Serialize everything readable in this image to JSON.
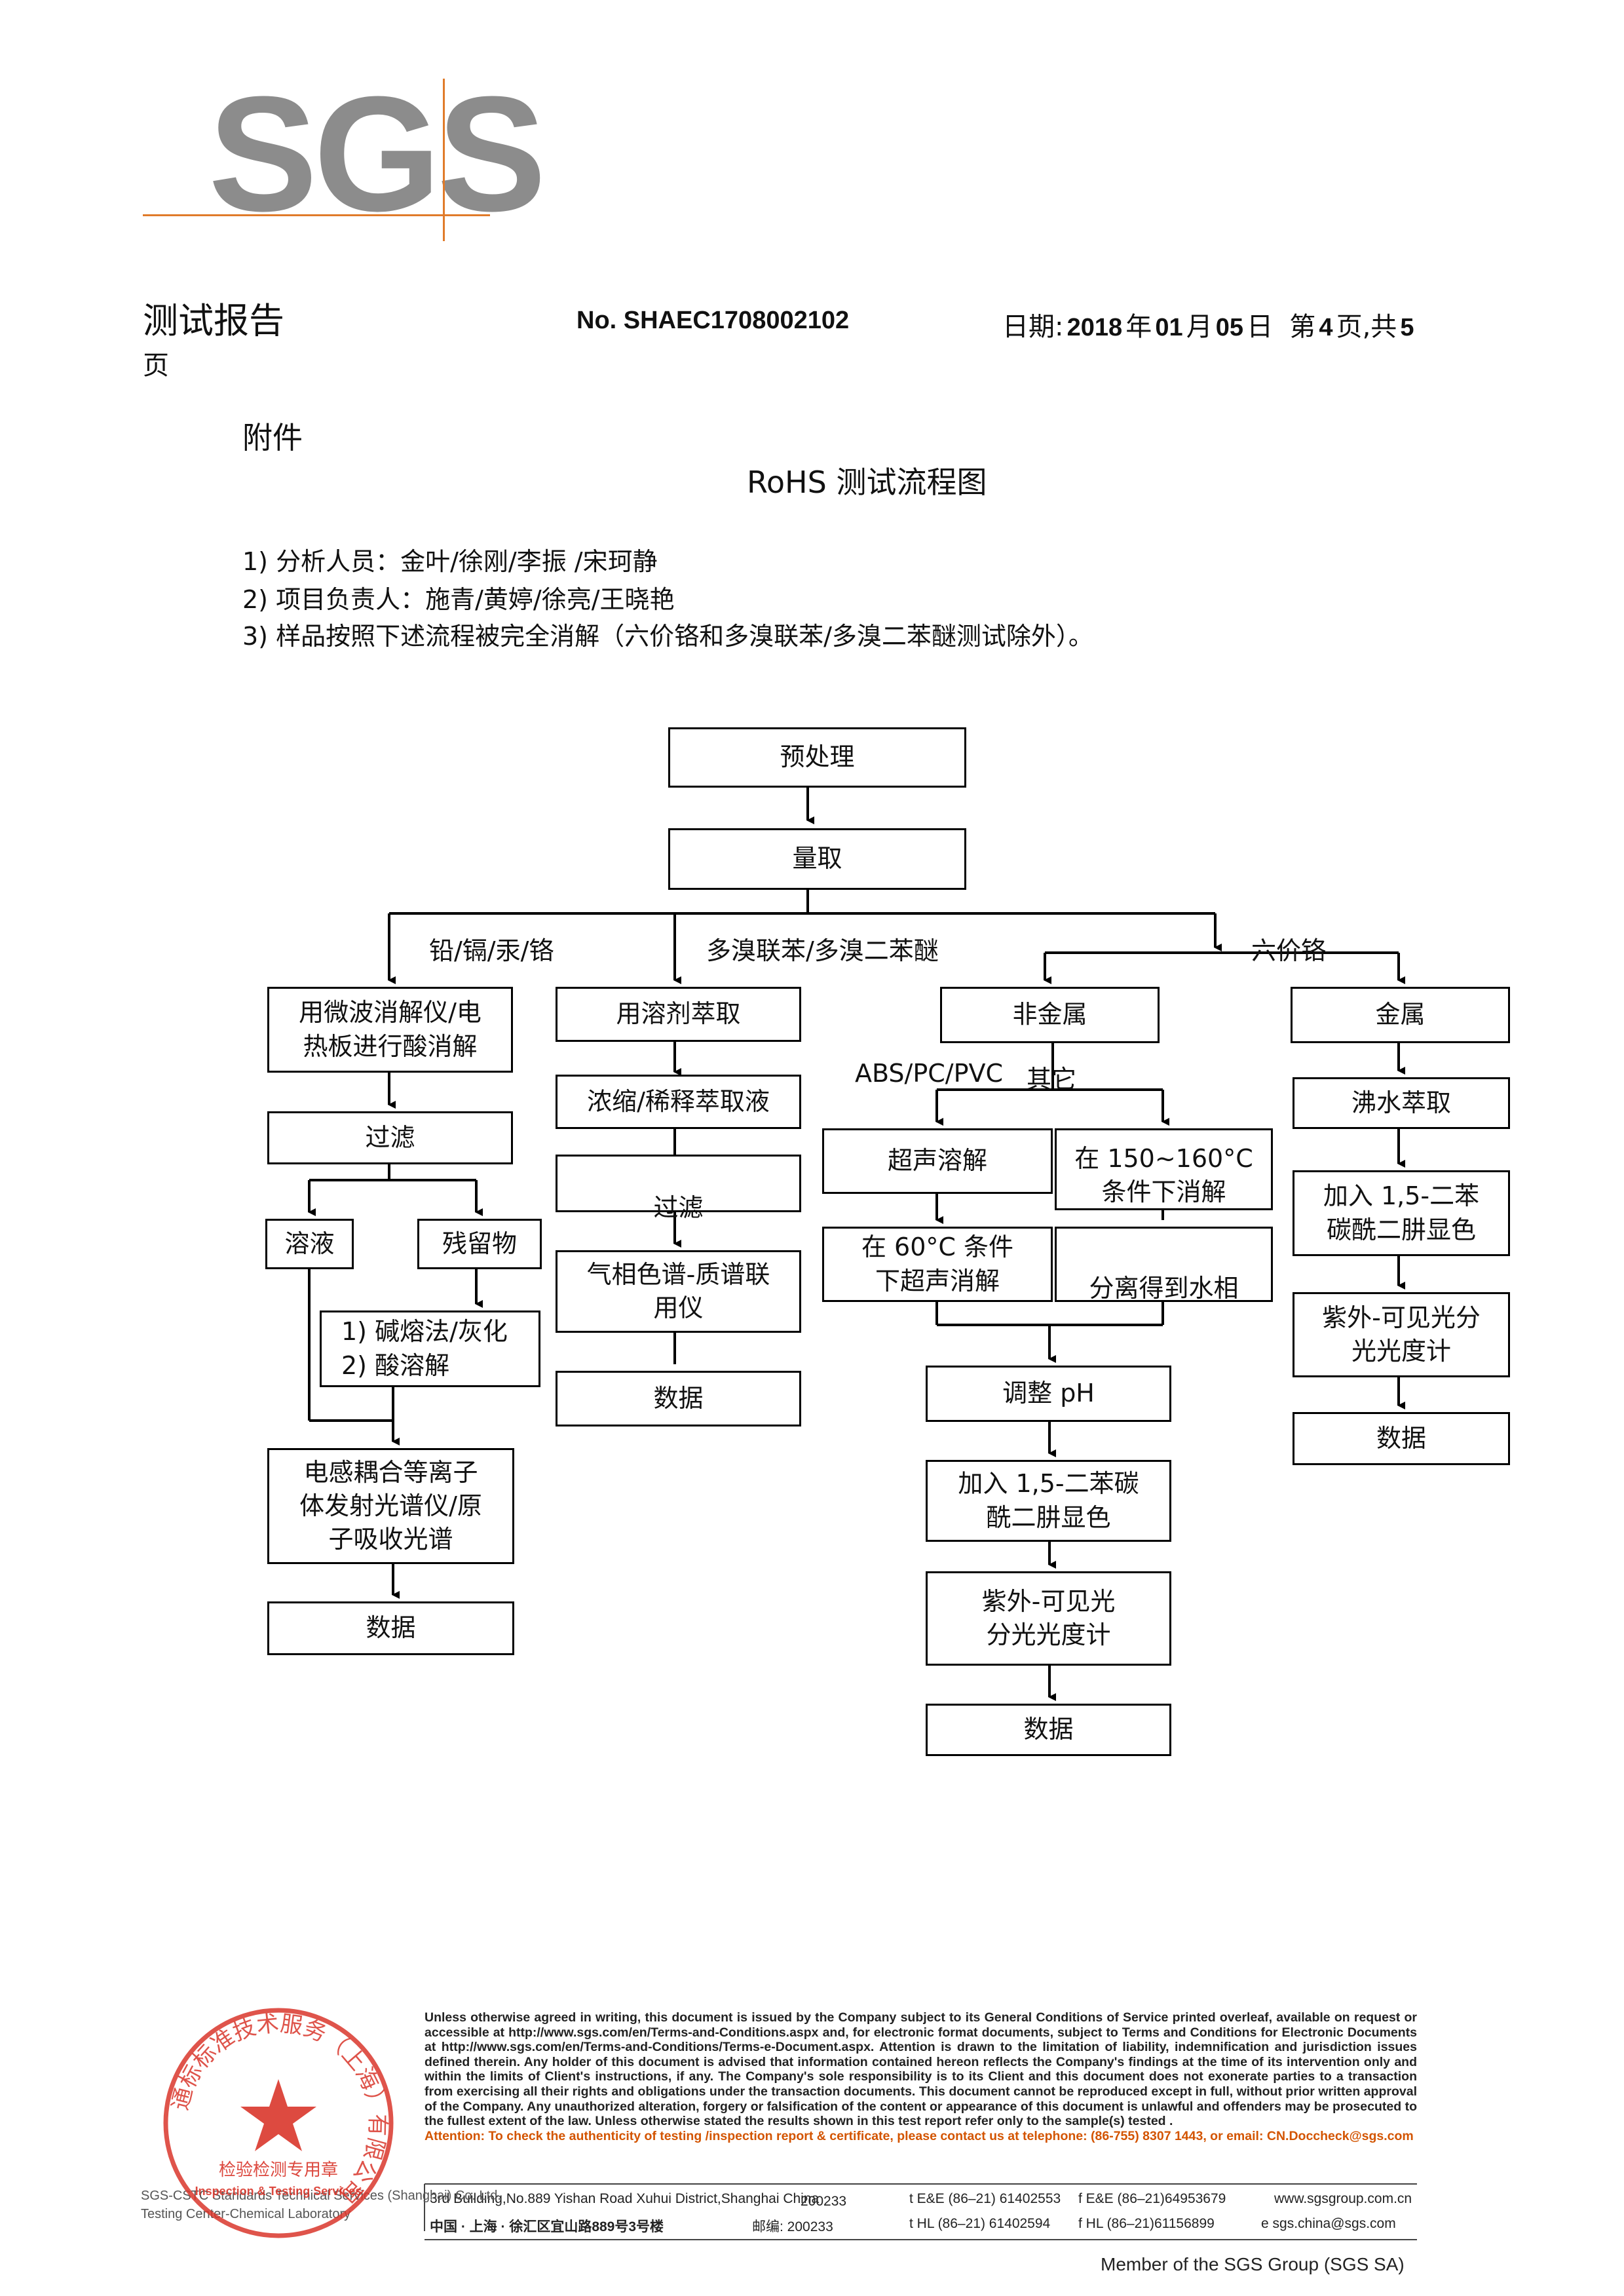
{
  "logo": {
    "text": "SGS"
  },
  "header": {
    "title": "测试报告",
    "report_no": "No. SHAEC1708002102",
    "date_label": "日期:",
    "date_value": "2018",
    "year_char": "年",
    "month_value": "01",
    "month_char": "月",
    "day_value": "05",
    "day_char": "日",
    "page_prefix": "第",
    "page_num": "4",
    "page_mid": "页,共",
    "page_total": "5",
    "page_suffix": "页"
  },
  "attachment_label": "附件",
  "flow_title": "RoHS 测试流程图",
  "intro": [
    "1) 分析人员：金叶/徐刚/李振 /宋珂静",
    "2) 项目负责人：施青/黄婷/徐亮/王晓艳",
    "3) 样品按照下述流程被完全消解（六价铬和多溴联苯/多溴二苯醚测试除外）。"
  ],
  "flow": {
    "pretreat": "预处理",
    "measure": "量取",
    "branch_heavy_metal": "铅/镉/汞/铬",
    "branch_pbb": "多溴联苯/多溴二苯醚",
    "branch_cr6": "六价铬",
    "hm_digest": "用微波消解仪/电\n热板进行酸消解",
    "hm_filter": "过滤",
    "hm_solution": "溶液",
    "hm_residue": "残留物",
    "hm_residue_treat": "1) 碱熔法/灰化\n2) 酸溶解",
    "hm_icp": "电感耦合等离子\n体发射光谱仪/原\n子吸收光谱",
    "hm_data": "数据",
    "pbb_extract": "用溶剂萃取",
    "pbb_concentrate": "浓缩/稀释萃取液",
    "pbb_filter": "过滤",
    "pbb_gcms": "气相色谱-质谱联\n用仪",
    "pbb_data": "数据",
    "nonmetal": "非金属",
    "nonmetal_abs": "ABS/PC/PVC",
    "nonmetal_other": "其它",
    "ultrasonic": "超声溶解",
    "digest_150": "在 150~160°C\n条件下消解",
    "ultrasonic_60": "在 60°C 条件\n下超声消解",
    "separate_water": "分离得到水相",
    "adjust_ph": "调整 pH",
    "nm_color": "加入 1,5-二苯碳\n酰二肼显色",
    "nm_uv": "紫外-可见光\n分光光度计",
    "nm_data": "数据",
    "metal": "金属",
    "boil_extract": "沸水萃取",
    "metal_color": "加入 1,5-二苯\n碳酰二肼显色",
    "metal_uv": "紫外-可见光分\n光光度计",
    "metal_data": "数据"
  },
  "footer": {
    "disclaimer": "Unless otherwise agreed in writing, this document is issued by the Company subject to its General Conditions of Service printed overleaf, available on request or accessible at http://www.sgs.com/en/Terms-and-Conditions.aspx and, for electronic format documents, subject to Terms and Conditions for Electronic Documents at http://www.sgs.com/en/Terms-and-Conditions/Terms-e-Document.aspx. Attention is drawn to the limitation of liability, indemnification and jurisdiction issues defined therein. Any holder of this document is advised that information contained hereon reflects the Company's findings at the time of its intervention only and within the limits of Client's instructions, if any. The Company's sole responsibility is to its Client and this document does not exonerate parties to a transaction from exercising all their rights and obligations under the transaction documents. This document cannot be reproduced except in full, without prior written approval of the Company. Any unauthorized alteration, forgery or falsification of the content or appearance of this document is unlawful and offenders may be prosecuted to the fullest extent of the law. Unless otherwise stated the results shown in this test report refer only to the sample(s) tested .",
    "attention": "Attention: To check the authenticity of testing /inspection report & certificate, please contact us at telephone: (86-755) 8307 1443, or email: CN.Doccheck@sgs.com",
    "addr_en": "3rd Building,No.889 Yishan Road Xuhui District,Shanghai China",
    "postcode_en": "200233",
    "tel_en": "t E&E (86–21) 61402553",
    "fax_en": "f E&E (86–21)64953679",
    "web": "www.sgsgroup.com.cn",
    "addr_cn": "中国 · 上海 · 徐汇区宜山路889号3号楼",
    "postcode_cn": "邮编: 200233",
    "tel_cn": "t HL (86–21) 61402594",
    "fax_cn": "f HL (86–21)61156899",
    "email": "e  sgs.china@sgs.com",
    "member": "Member of the SGS Group (SGS SA)",
    "stamp_left_1": "SGS-CSTC Standards Technical Services (Shanghai) Co.,Ltd.",
    "stamp_left_2": "Testing Center-Chemical Laboratory"
  },
  "stamp": {
    "ring_text": "通标标准技术服务（上海）有限公司",
    "line1": "检验检测专用章",
    "line2": "Inspection & Testing Services"
  },
  "colors": {
    "sgs_gray": "#8c8c8c",
    "sgs_orange": "#e07b2a",
    "stamp_red": "#d9362b",
    "attention": "#d35400"
  }
}
